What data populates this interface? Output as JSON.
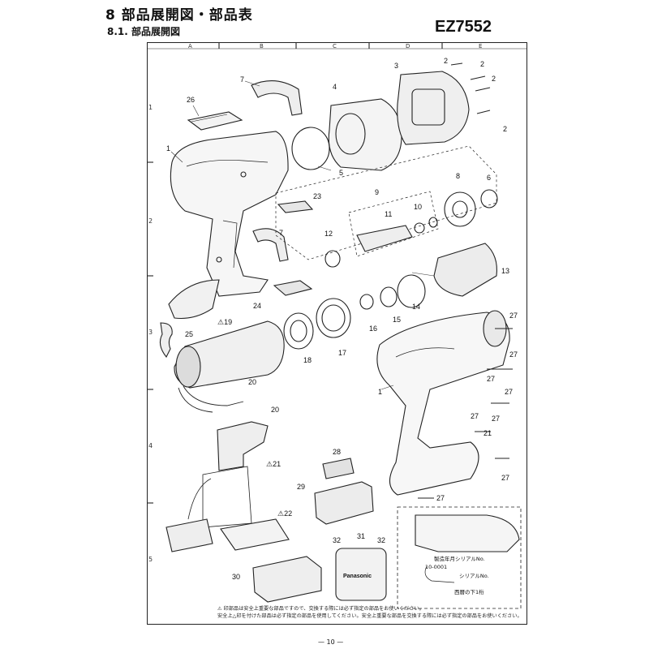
{
  "header": {
    "section": "8 部品展開図・部品表",
    "subsection": "8.1. 部品展開図",
    "model": "EZ7552"
  },
  "grid": {
    "columns": [
      "A",
      "B",
      "C",
      "D",
      "E"
    ],
    "rows": [
      "1",
      "2",
      "3",
      "4",
      "5"
    ]
  },
  "callouts": [
    {
      "id": "c2a",
      "text": "2"
    },
    {
      "id": "c2b",
      "text": "2"
    },
    {
      "id": "c2c",
      "text": "2"
    },
    {
      "id": "c2d",
      "text": "2"
    },
    {
      "id": "c3",
      "text": "3"
    },
    {
      "id": "c4",
      "text": "4"
    },
    {
      "id": "c7",
      "text": "7"
    },
    {
      "id": "c26",
      "text": "26"
    },
    {
      "id": "c1a",
      "text": "1"
    },
    {
      "id": "c5",
      "text": "5"
    },
    {
      "id": "c23",
      "text": "23"
    },
    {
      "id": "c9",
      "text": "9"
    },
    {
      "id": "c8",
      "text": "8"
    },
    {
      "id": "c6",
      "text": "6"
    },
    {
      "id": "c10",
      "text": "10"
    },
    {
      "id": "c11",
      "text": "11"
    },
    {
      "id": "c12",
      "text": "12"
    },
    {
      "id": "c7b",
      "text": "7"
    },
    {
      "id": "c13",
      "text": "13"
    },
    {
      "id": "c24",
      "text": "24"
    },
    {
      "id": "c14",
      "text": "14"
    },
    {
      "id": "c15",
      "text": "15"
    },
    {
      "id": "c16",
      "text": "16"
    },
    {
      "id": "c17",
      "text": "17"
    },
    {
      "id": "c18",
      "text": "18"
    },
    {
      "id": "c19",
      "text": "⚠19"
    },
    {
      "id": "c25",
      "text": "25"
    },
    {
      "id": "c20a",
      "text": "20"
    },
    {
      "id": "c20b",
      "text": "20"
    },
    {
      "id": "c21",
      "text": "⚠21"
    },
    {
      "id": "c27a",
      "text": "27"
    },
    {
      "id": "c27b",
      "text": "27"
    },
    {
      "id": "c27c",
      "text": "27"
    },
    {
      "id": "c27d",
      "text": "27"
    },
    {
      "id": "c27e",
      "text": "27"
    },
    {
      "id": "c27f",
      "text": "27"
    },
    {
      "id": "c27g",
      "text": "27"
    },
    {
      "id": "c27h",
      "text": "27"
    },
    {
      "id": "c1b",
      "text": "1"
    },
    {
      "id": "c21b",
      "text": "21"
    },
    {
      "id": "c28",
      "text": "28"
    },
    {
      "id": "c29",
      "text": "29"
    },
    {
      "id": "c22",
      "text": "⚠22"
    },
    {
      "id": "c30",
      "text": "30"
    },
    {
      "id": "c32a",
      "text": "32"
    },
    {
      "id": "c31",
      "text": "31"
    },
    {
      "id": "c32b",
      "text": "32"
    }
  ],
  "battery_label": "Panasonic",
  "inset": {
    "serial_label": "製造年月シリアルNo.",
    "serial_value": "10-0001",
    "serial_short": "シリアルNo.",
    "date_note": "西暦の下1桁"
  },
  "footnotes": [
    "⚠ 印部品は安全上重要な部品ですので、交換する際には必ず指定の部品をお使いください。",
    "安全上△印を付けた部品は必ず指定の部品を使用してください。安全上重要な部品を交換する際には必ず指定の部品をお使いください。"
  ],
  "page_number": "— 10 —"
}
